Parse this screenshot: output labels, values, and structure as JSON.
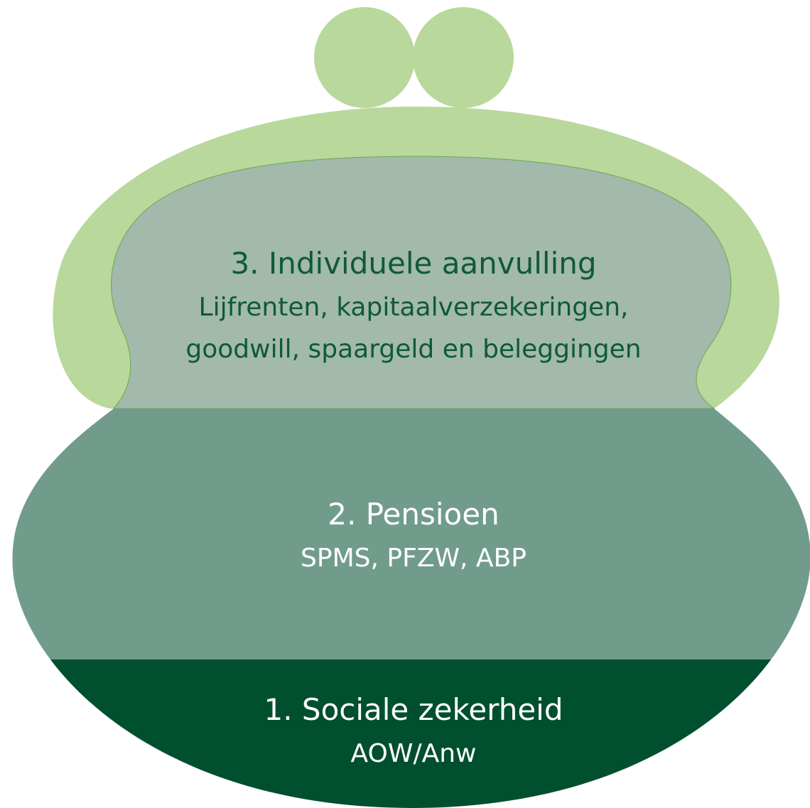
{
  "colors": {
    "clasp": "#b8d89c",
    "frame": "#b8d89c",
    "layer3": "#a2b9ac",
    "layer2": "#719c8b",
    "layer1": "#004f2f",
    "text_dark": "#0f5a36",
    "text_light": "#ffffff"
  },
  "layers": [
    {
      "level": 3,
      "title": "3. Individuele aanvulling",
      "lines": [
        "Lijfrenten, kapitaalverzekeringen,",
        "goodwill, spaargeld en beleggingen"
      ]
    },
    {
      "level": 2,
      "title": "2. Pensioen",
      "lines": [
        "SPMS, PFZW, ABP"
      ]
    },
    {
      "level": 1,
      "title": "1. Sociale zekerheid",
      "lines": [
        "AOW/Anw"
      ]
    }
  ]
}
